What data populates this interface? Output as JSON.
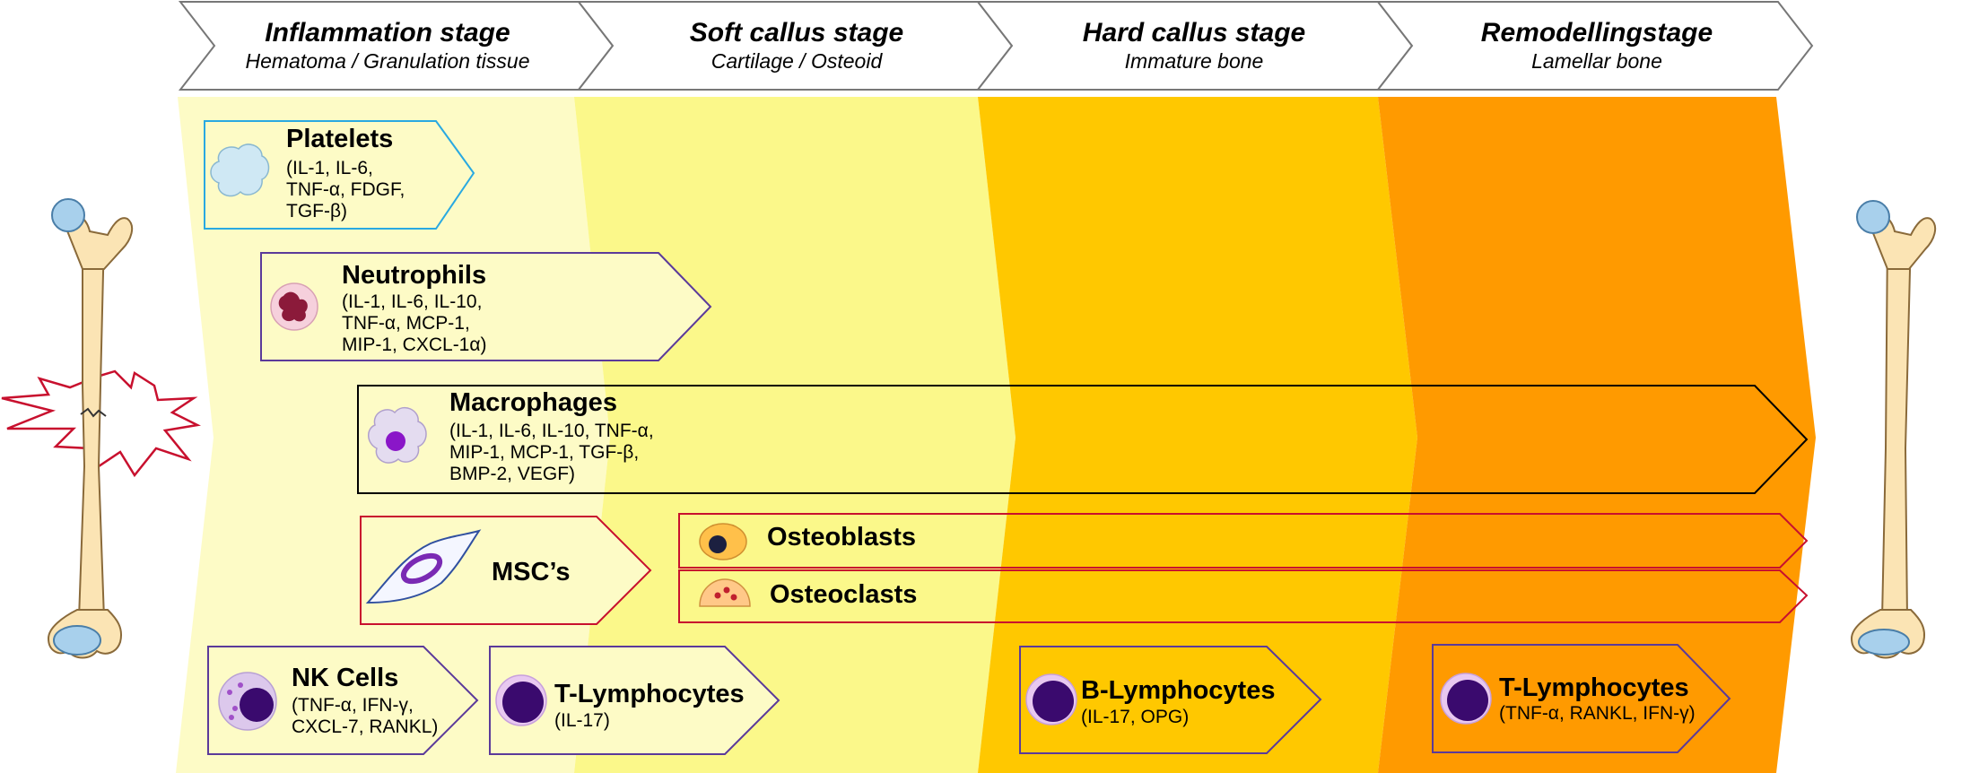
{
  "stages": [
    {
      "title": "Inflammation stage",
      "subtitle": "Hematoma / Granulation tissue"
    },
    {
      "title": "Soft callus stage",
      "subtitle": "Cartilage / Osteoid"
    },
    {
      "title": "Hard callus stage",
      "subtitle": "Immature bone"
    },
    {
      "title": "Remodellingstage",
      "subtitle": "Lamellar bone"
    }
  ],
  "stage_colors": [
    "#fdfbc6",
    "#fbf88a",
    "#ffc800",
    "#ff9a00"
  ],
  "cells": {
    "platelets": {
      "name": "Platelets",
      "cytokines": [
        "(IL-1, IL-6,",
        "TNF-α, FDGF,",
        "TGF-β)"
      ],
      "color": "#29a9e1"
    },
    "neutrophils": {
      "name": "Neutrophils",
      "cytokines": [
        "(IL-1, IL-6, IL-10,",
        "TNF-α, MCP-1,",
        "MIP-1, CXCL-1α)"
      ],
      "color": "#5b3a9a"
    },
    "macrophages": {
      "name": "Macrophages",
      "cytokines": [
        "(IL-1, IL-6, IL-10, TNF-α,",
        "MIP-1, MCP-1, TGF-β,",
        "BMP-2, VEGF)"
      ],
      "color": "#000000"
    },
    "mscs": {
      "name": "MSC’s",
      "color": "#c8102e"
    },
    "osteoblasts": {
      "name": "Osteoblasts",
      "color": "#c8102e"
    },
    "osteoclasts": {
      "name": "Osteoclasts",
      "color": "#c8102e"
    },
    "nk_cells": {
      "name": "NK Cells",
      "cytokines": [
        "(TNF-α, IFN-γ,",
        "CXCL-7, RANKL)"
      ],
      "color": "#5b3a9a"
    },
    "t_lymphocytes_early": {
      "name": "T-Lymphocytes",
      "cytokines": [
        "(IL-17)"
      ],
      "color": "#5b3a9a"
    },
    "b_lymphocytes": {
      "name": "B-Lymphocytes",
      "cytokines": [
        "(IL-17, OPG)"
      ],
      "color": "#5b3a9a"
    },
    "t_lymphocytes_late": {
      "name": "T-Lymphocytes",
      "cytokines": [
        "(TNF-α, RANKL, IFN-γ)"
      ],
      "color": "#5b3a9a"
    }
  }
}
